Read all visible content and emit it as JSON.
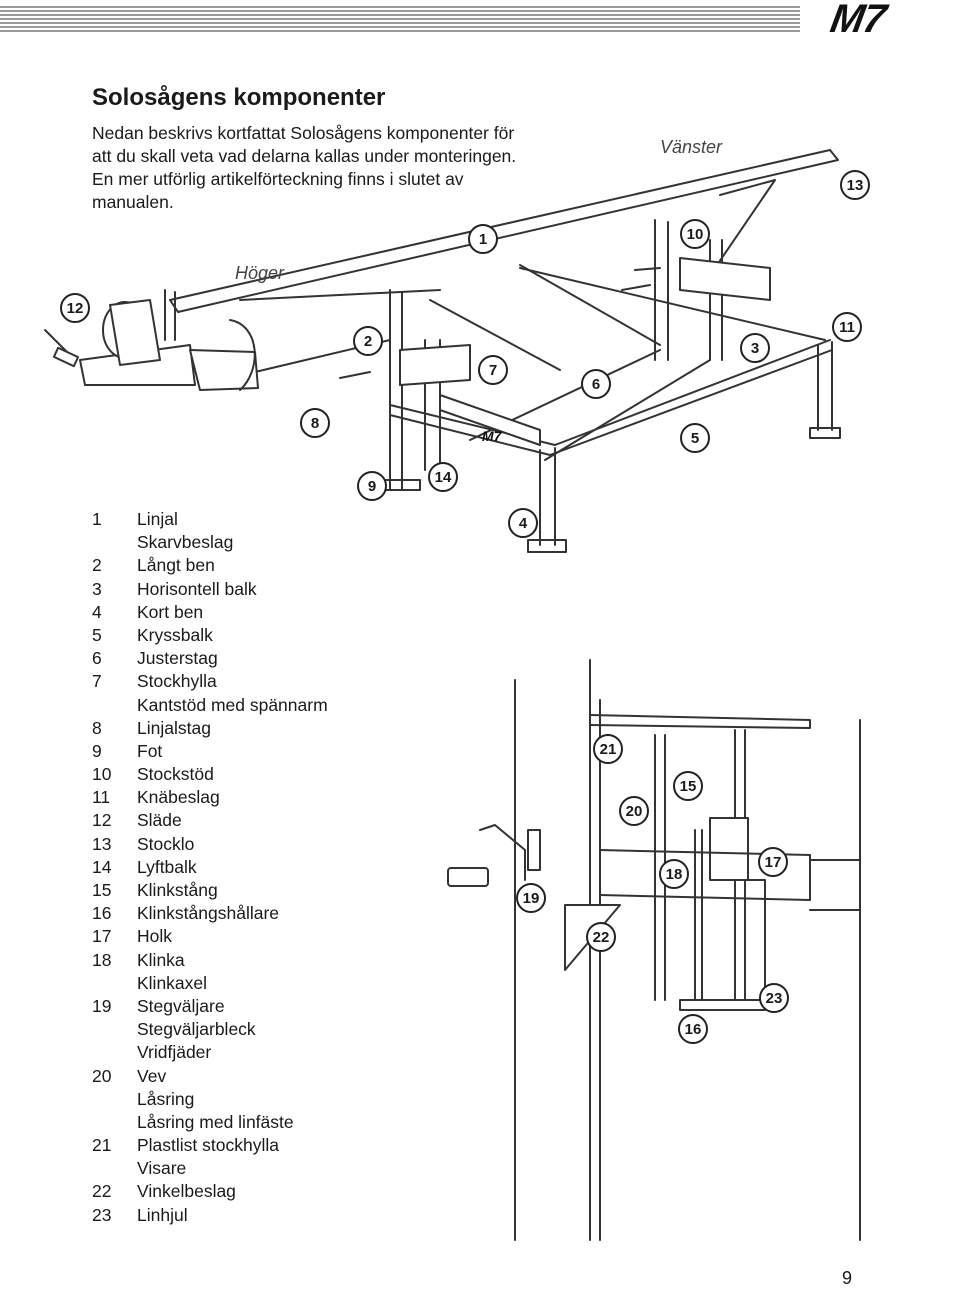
{
  "header": {
    "logo": "M7"
  },
  "title": "Solosågens komponenter",
  "intro": "Nedan beskrivs kortfattat Solosågens komponenter för att du skall veta vad delarna kallas under monteringen. En mer utförlig artikelförteckning finns i slutet av manualen.",
  "labels": {
    "left_side": "Vänster",
    "right_side": "Höger",
    "brand_on_beam": "M7"
  },
  "callouts": [
    "1",
    "2",
    "3",
    "4",
    "5",
    "6",
    "7",
    "8",
    "9",
    "10",
    "11",
    "12",
    "13",
    "14",
    "15",
    "16",
    "17",
    "18",
    "19",
    "20",
    "21",
    "22",
    "23"
  ],
  "parts": [
    {
      "num": "1",
      "name": "Linjal"
    },
    {
      "num": "",
      "name": "Skarvbeslag"
    },
    {
      "num": "2",
      "name": "Långt ben"
    },
    {
      "num": "3",
      "name": "Horisontell balk"
    },
    {
      "num": "4",
      "name": "Kort ben"
    },
    {
      "num": "5",
      "name": "Kryssbalk"
    },
    {
      "num": "6",
      "name": "Justerstag"
    },
    {
      "num": "7",
      "name": "Stockhylla"
    },
    {
      "num": "",
      "name": "Kantstöd med spännarm"
    },
    {
      "num": "8",
      "name": "Linjalstag"
    },
    {
      "num": "9",
      "name": "Fot"
    },
    {
      "num": "10",
      "name": "Stockstöd"
    },
    {
      "num": "11",
      "name": "Knäbeslag"
    },
    {
      "num": "12",
      "name": "Släde"
    },
    {
      "num": "13",
      "name": "Stocklo"
    },
    {
      "num": "14",
      "name": "Lyftbalk"
    },
    {
      "num": "15",
      "name": "Klinkstång"
    },
    {
      "num": "16",
      "name": "Klinkstångshållare"
    },
    {
      "num": "17",
      "name": "Holk"
    },
    {
      "num": "18",
      "name": "Klinka"
    },
    {
      "num": "",
      "name": "Klinkaxel"
    },
    {
      "num": "19",
      "name": "Stegväljare"
    },
    {
      "num": "",
      "name": "Stegväljarbleck"
    },
    {
      "num": "",
      "name": "Vridfjäder"
    },
    {
      "num": "20",
      "name": "Vev"
    },
    {
      "num": "",
      "name": "Låsring"
    },
    {
      "num": "",
      "name": "Låsring med linfäste"
    },
    {
      "num": "21",
      "name": "Plastlist stockhylla"
    },
    {
      "num": "",
      "name": "Visare"
    },
    {
      "num": "22",
      "name": "Vinkelbeslag"
    },
    {
      "num": "23",
      "name": "Linhjul"
    }
  ],
  "page_number": "9"
}
